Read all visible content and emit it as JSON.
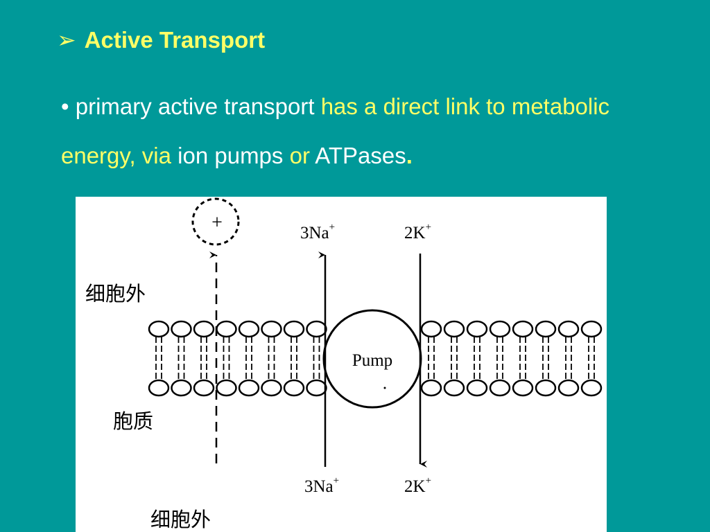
{
  "slide": {
    "title": "Active Transport",
    "title_bullet": "➢",
    "bullet_char": "•",
    "text": {
      "p1": "primary active transport",
      "p2": "has a direct link to",
      "p3": "metabolic energy, via",
      "p4": "ion pumps",
      "p5": "or",
      "p6": "ATPases",
      "p7": "."
    }
  },
  "diagram": {
    "charge_symbol": "+",
    "na_top": {
      "base": "3Na",
      "sup": "+"
    },
    "k_top": {
      "base": "2K",
      "sup": "+"
    },
    "na_bottom": {
      "base": "3Na",
      "sup": "+"
    },
    "k_bottom": {
      "base": "2K",
      "sup": "+"
    },
    "pump_label": "Pump",
    "label_outside_top": "细胞外",
    "label_cytoplasm": "胞质",
    "label_outside_bottom": "细胞外"
  },
  "colors": {
    "background": "#009999",
    "title": "#ffff66",
    "highlight": "#ffff66",
    "text": "#ffffff"
  }
}
